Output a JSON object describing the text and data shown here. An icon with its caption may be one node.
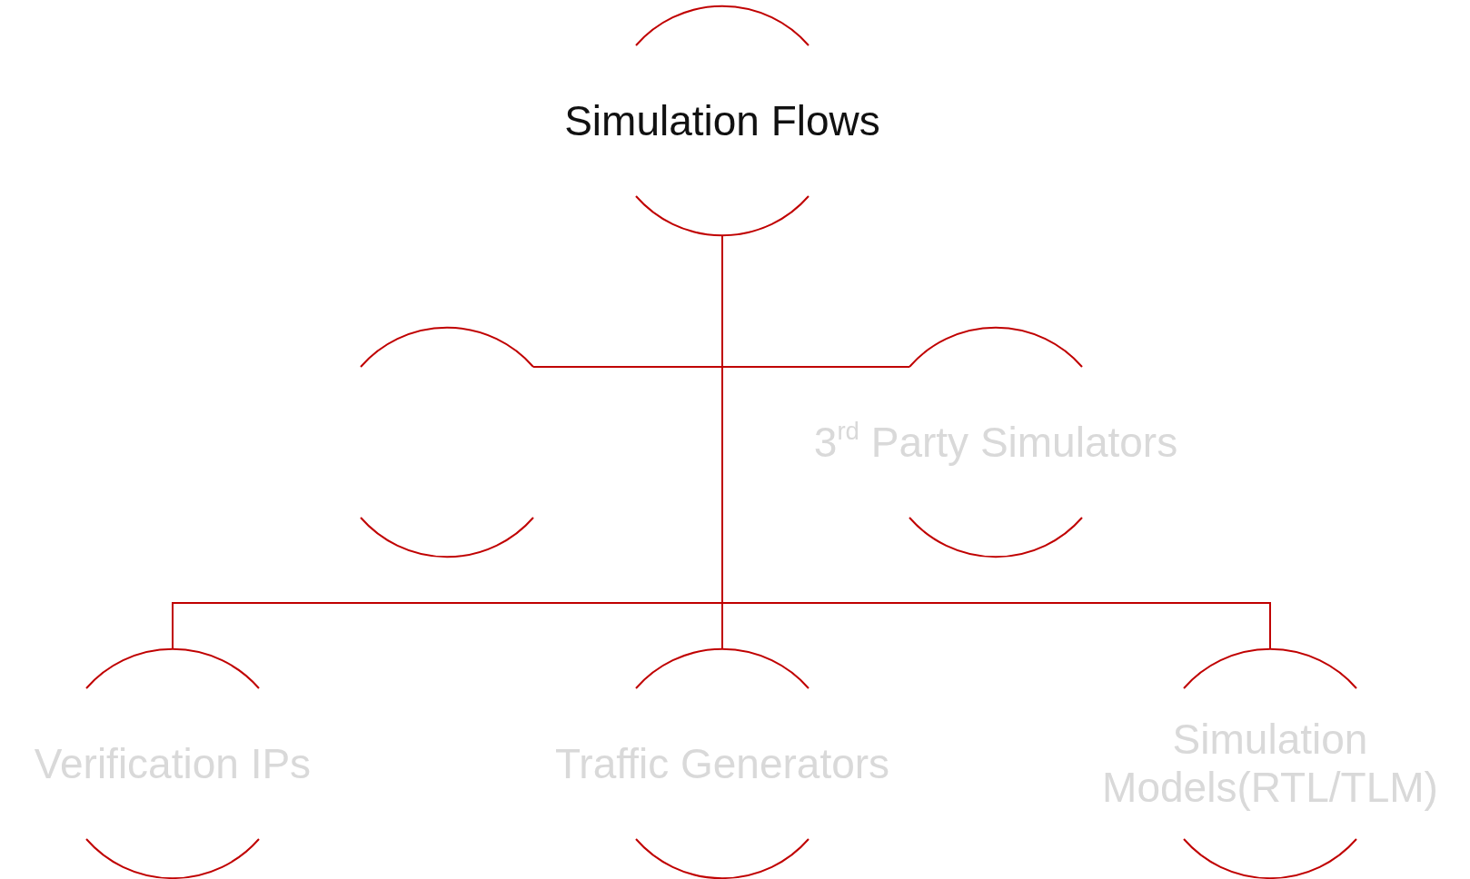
{
  "diagram": {
    "nodes": [
      {
        "text": [
          "Simulation Flows"
        ]
      },
      {
        "text": [],
        "shape": "circle"
      },
      {
        "text": [
          "3$^{rd}$ Party Simulators"
        ]
      },
      {
        "text": [
          "Verification IPs"
        ]
      },
      {
        "text": [
          "Traffic Generators"
        ]
      },
      {
        "text": [
          "Simulation Models(RTL/TLM)"
        ]
      }
    ],
    "edges": [
      {
        "from": 0,
        "to": 1,
        "arrow": "none"
      },
      {
        "from": 0,
        "to": 2,
        "arrow": "none"
      },
      {
        "from": 0,
        "to": 3,
        "arrow": "none"
      },
      {
        "from": 0,
        "to": 4,
        "arrow": "none"
      },
      {
        "from": 0,
        "to": 5,
        "arrow": "none"
      }
    ]
  }
}
